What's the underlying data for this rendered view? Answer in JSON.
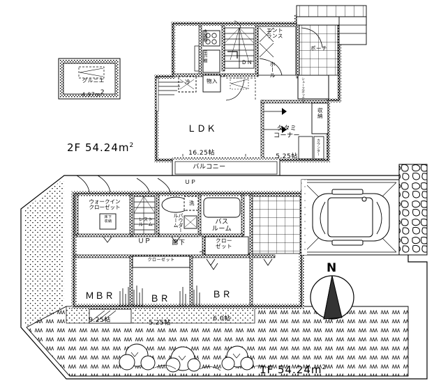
{
  "document": {
    "type": "real-estate-floor-plan",
    "language": "ja"
  },
  "floors": [
    {
      "id": "2f",
      "area_label": "2F  54.24m",
      "area_sup": "2",
      "area_value": "54.24",
      "unit": "m2"
    },
    {
      "id": "1f",
      "area_label": "1F  54.24m",
      "area_sup": "2",
      "area_value": "54.24",
      "unit": "m2"
    }
  ],
  "attic": {
    "name": "グルニエ",
    "area": "4.97m",
    "area_sup": "2"
  },
  "second_floor": {
    "rooms": [
      {
        "key": "ldk",
        "name": "ＬＤＫ",
        "size": "16.25帖"
      },
      {
        "key": "tatami",
        "name": "タタミ\nコーナー",
        "size": "5.25帖"
      }
    ],
    "labels": [
      {
        "key": "entrance",
        "text": "エント\nランス"
      },
      {
        "key": "porch",
        "text": "ポーチ"
      },
      {
        "key": "hall",
        "text": "ホール"
      },
      {
        "key": "down-stairs",
        "text": "ＤＮ"
      },
      {
        "key": "storage-monoire",
        "text": "物入"
      },
      {
        "key": "refrigerator",
        "text": "冷"
      },
      {
        "key": "cupboard",
        "text": "食器棚"
      },
      {
        "key": "hanging-cabinet",
        "text": "吊戸棚"
      },
      {
        "key": "shoe-box",
        "text": "シューズボックス"
      },
      {
        "key": "closet-shuno",
        "text": "収\n納"
      },
      {
        "key": "counter",
        "text": "カウンター"
      },
      {
        "key": "balcony",
        "text": "バルコニー"
      }
    ]
  },
  "first_floor": {
    "rooms": [
      {
        "key": "mbr",
        "name": "ＭＢＲ",
        "size": "9.25帖"
      },
      {
        "key": "br-center",
        "name": "ＢＲ",
        "size": "5.25帖"
      },
      {
        "key": "br-right",
        "name": "ＢＲ",
        "size": "6.0帖"
      }
    ],
    "labels": [
      {
        "key": "walk-in-closet",
        "text": "ウォークイン\nクローゼット"
      },
      {
        "key": "underfloor-storage",
        "text": "床下\n収納"
      },
      {
        "key": "up-stairs",
        "text": "ＵＰ"
      },
      {
        "key": "up-stairs-small",
        "text": "ＵＰ"
      },
      {
        "key": "restroom",
        "text": "レスト\nルーム"
      },
      {
        "key": "powder-room",
        "text": "パウダー\nルーム"
      },
      {
        "key": "washer",
        "text": "洗"
      },
      {
        "key": "bath-room",
        "text": "バス\nルーム"
      },
      {
        "key": "corridor",
        "text": "廊下"
      },
      {
        "key": "closet-hall",
        "text": "クロー\nゼット"
      },
      {
        "key": "closet-bedroom",
        "text": "クローゼット"
      }
    ]
  },
  "compass": {
    "north_label": "N"
  },
  "colors": {
    "ink": "#000000",
    "paper": "#ffffff",
    "hatch": "#555555"
  }
}
